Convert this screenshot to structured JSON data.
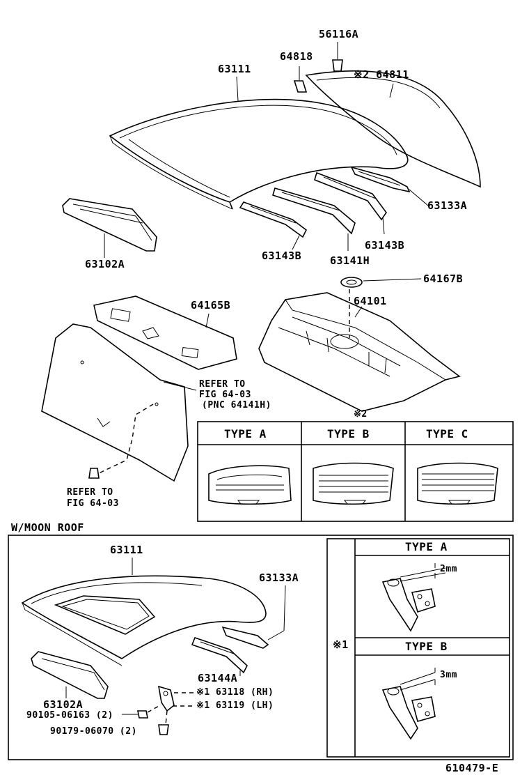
{
  "labels": {
    "p56116A": "56116A",
    "p64818": "64818",
    "p63111": "63111",
    "p2_64811": "※2 64811",
    "p63133A": "63133A",
    "p63102A": "63102A",
    "p63143B_left": "63143B",
    "p63141H": "63141H",
    "p63143B_right": "63143B",
    "p64167B": "64167B",
    "p64165B": "64165B",
    "p64101": "64101",
    "refer1": "REFER TO",
    "refer1b": "FIG 64-03",
    "refer1c": "(PNC 64141H)",
    "refer2": "REFER TO",
    "refer2b": "FIG 64-03",
    "mark2": "※2",
    "type_a": "TYPE A",
    "type_b": "TYPE B",
    "type_c": "TYPE C",
    "moon_roof": "W/MOON ROOF",
    "m63111": "63111",
    "m63133A": "63133A",
    "m63144A": "63144A",
    "m63102A": "63102A",
    "m63118": "※1 63118 (RH)",
    "m63119": "※1 63119 (LH)",
    "m90105": "90105-06163 (2)",
    "m90179": "90179-06070 (2)",
    "mark1": "※1",
    "detail_type_a": "TYPE A",
    "detail_type_b": "TYPE B",
    "dim_2mm": "2mm",
    "dim_3mm": "3mm",
    "figure_id": "610479-E"
  }
}
